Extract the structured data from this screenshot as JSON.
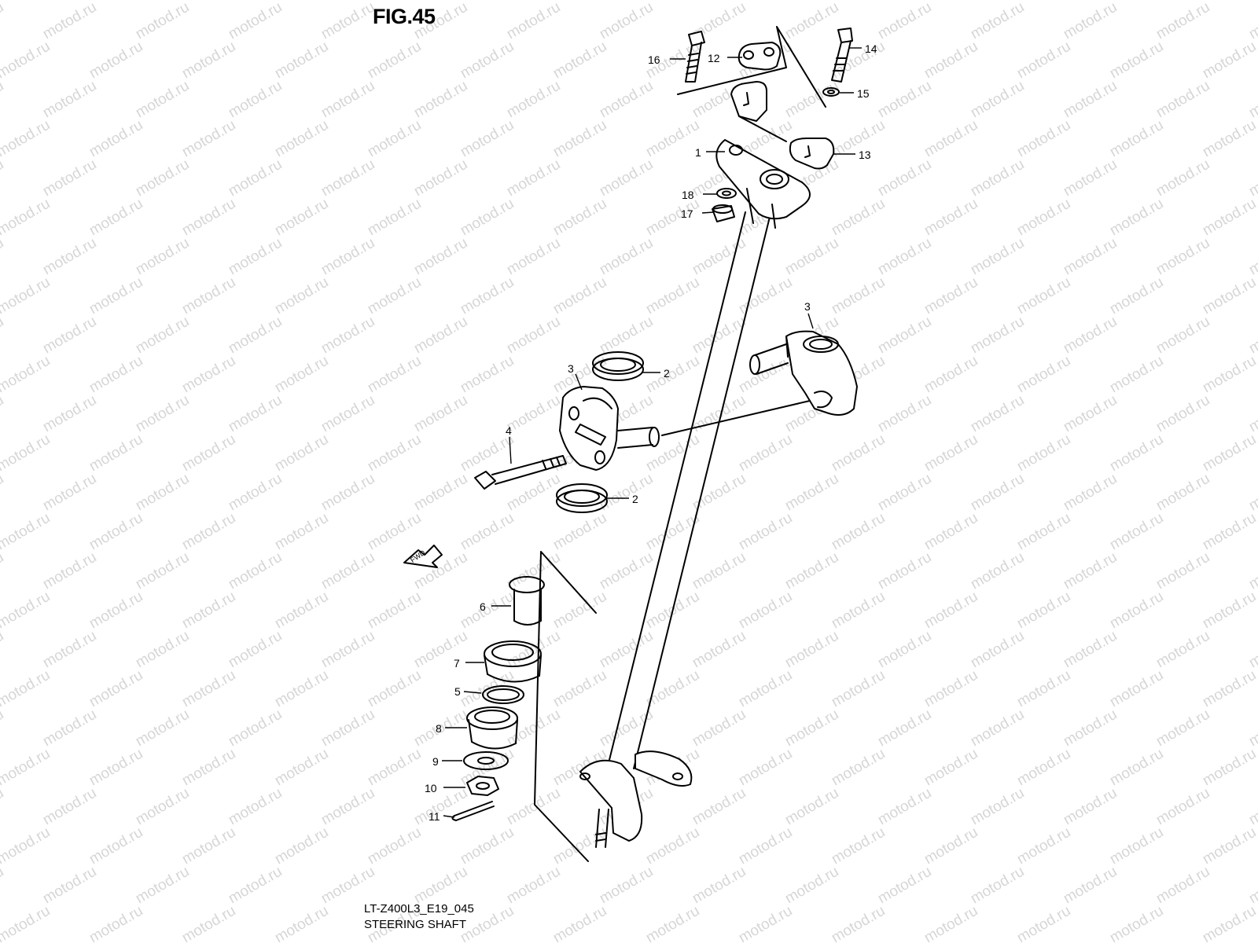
{
  "figure": {
    "title": "FIG.45",
    "model_code": "LT-Z400L3_E19_045",
    "caption": "STEERING SHAFT",
    "watermark": "motod.ru",
    "fwd_marker": "FWD"
  },
  "callouts": [
    {
      "id": "c16",
      "label": "16"
    },
    {
      "id": "c12",
      "label": "12"
    },
    {
      "id": "c14",
      "label": "14"
    },
    {
      "id": "c15",
      "label": "15"
    },
    {
      "id": "c13",
      "label": "13"
    },
    {
      "id": "c1",
      "label": "1"
    },
    {
      "id": "c18",
      "label": "18"
    },
    {
      "id": "c17",
      "label": "17"
    },
    {
      "id": "c3a",
      "label": "3"
    },
    {
      "id": "c3b",
      "label": "3"
    },
    {
      "id": "c2a",
      "label": "2"
    },
    {
      "id": "c2b",
      "label": "2"
    },
    {
      "id": "c4",
      "label": "4"
    },
    {
      "id": "c6",
      "label": "6"
    },
    {
      "id": "c7",
      "label": "7"
    },
    {
      "id": "c5",
      "label": "5"
    },
    {
      "id": "c8",
      "label": "8"
    },
    {
      "id": "c9",
      "label": "9"
    },
    {
      "id": "c10",
      "label": "10"
    },
    {
      "id": "c11",
      "label": "11"
    }
  ],
  "colors": {
    "line": "#000000",
    "watermark": "#d6d6d6",
    "background": "#ffffff"
  }
}
